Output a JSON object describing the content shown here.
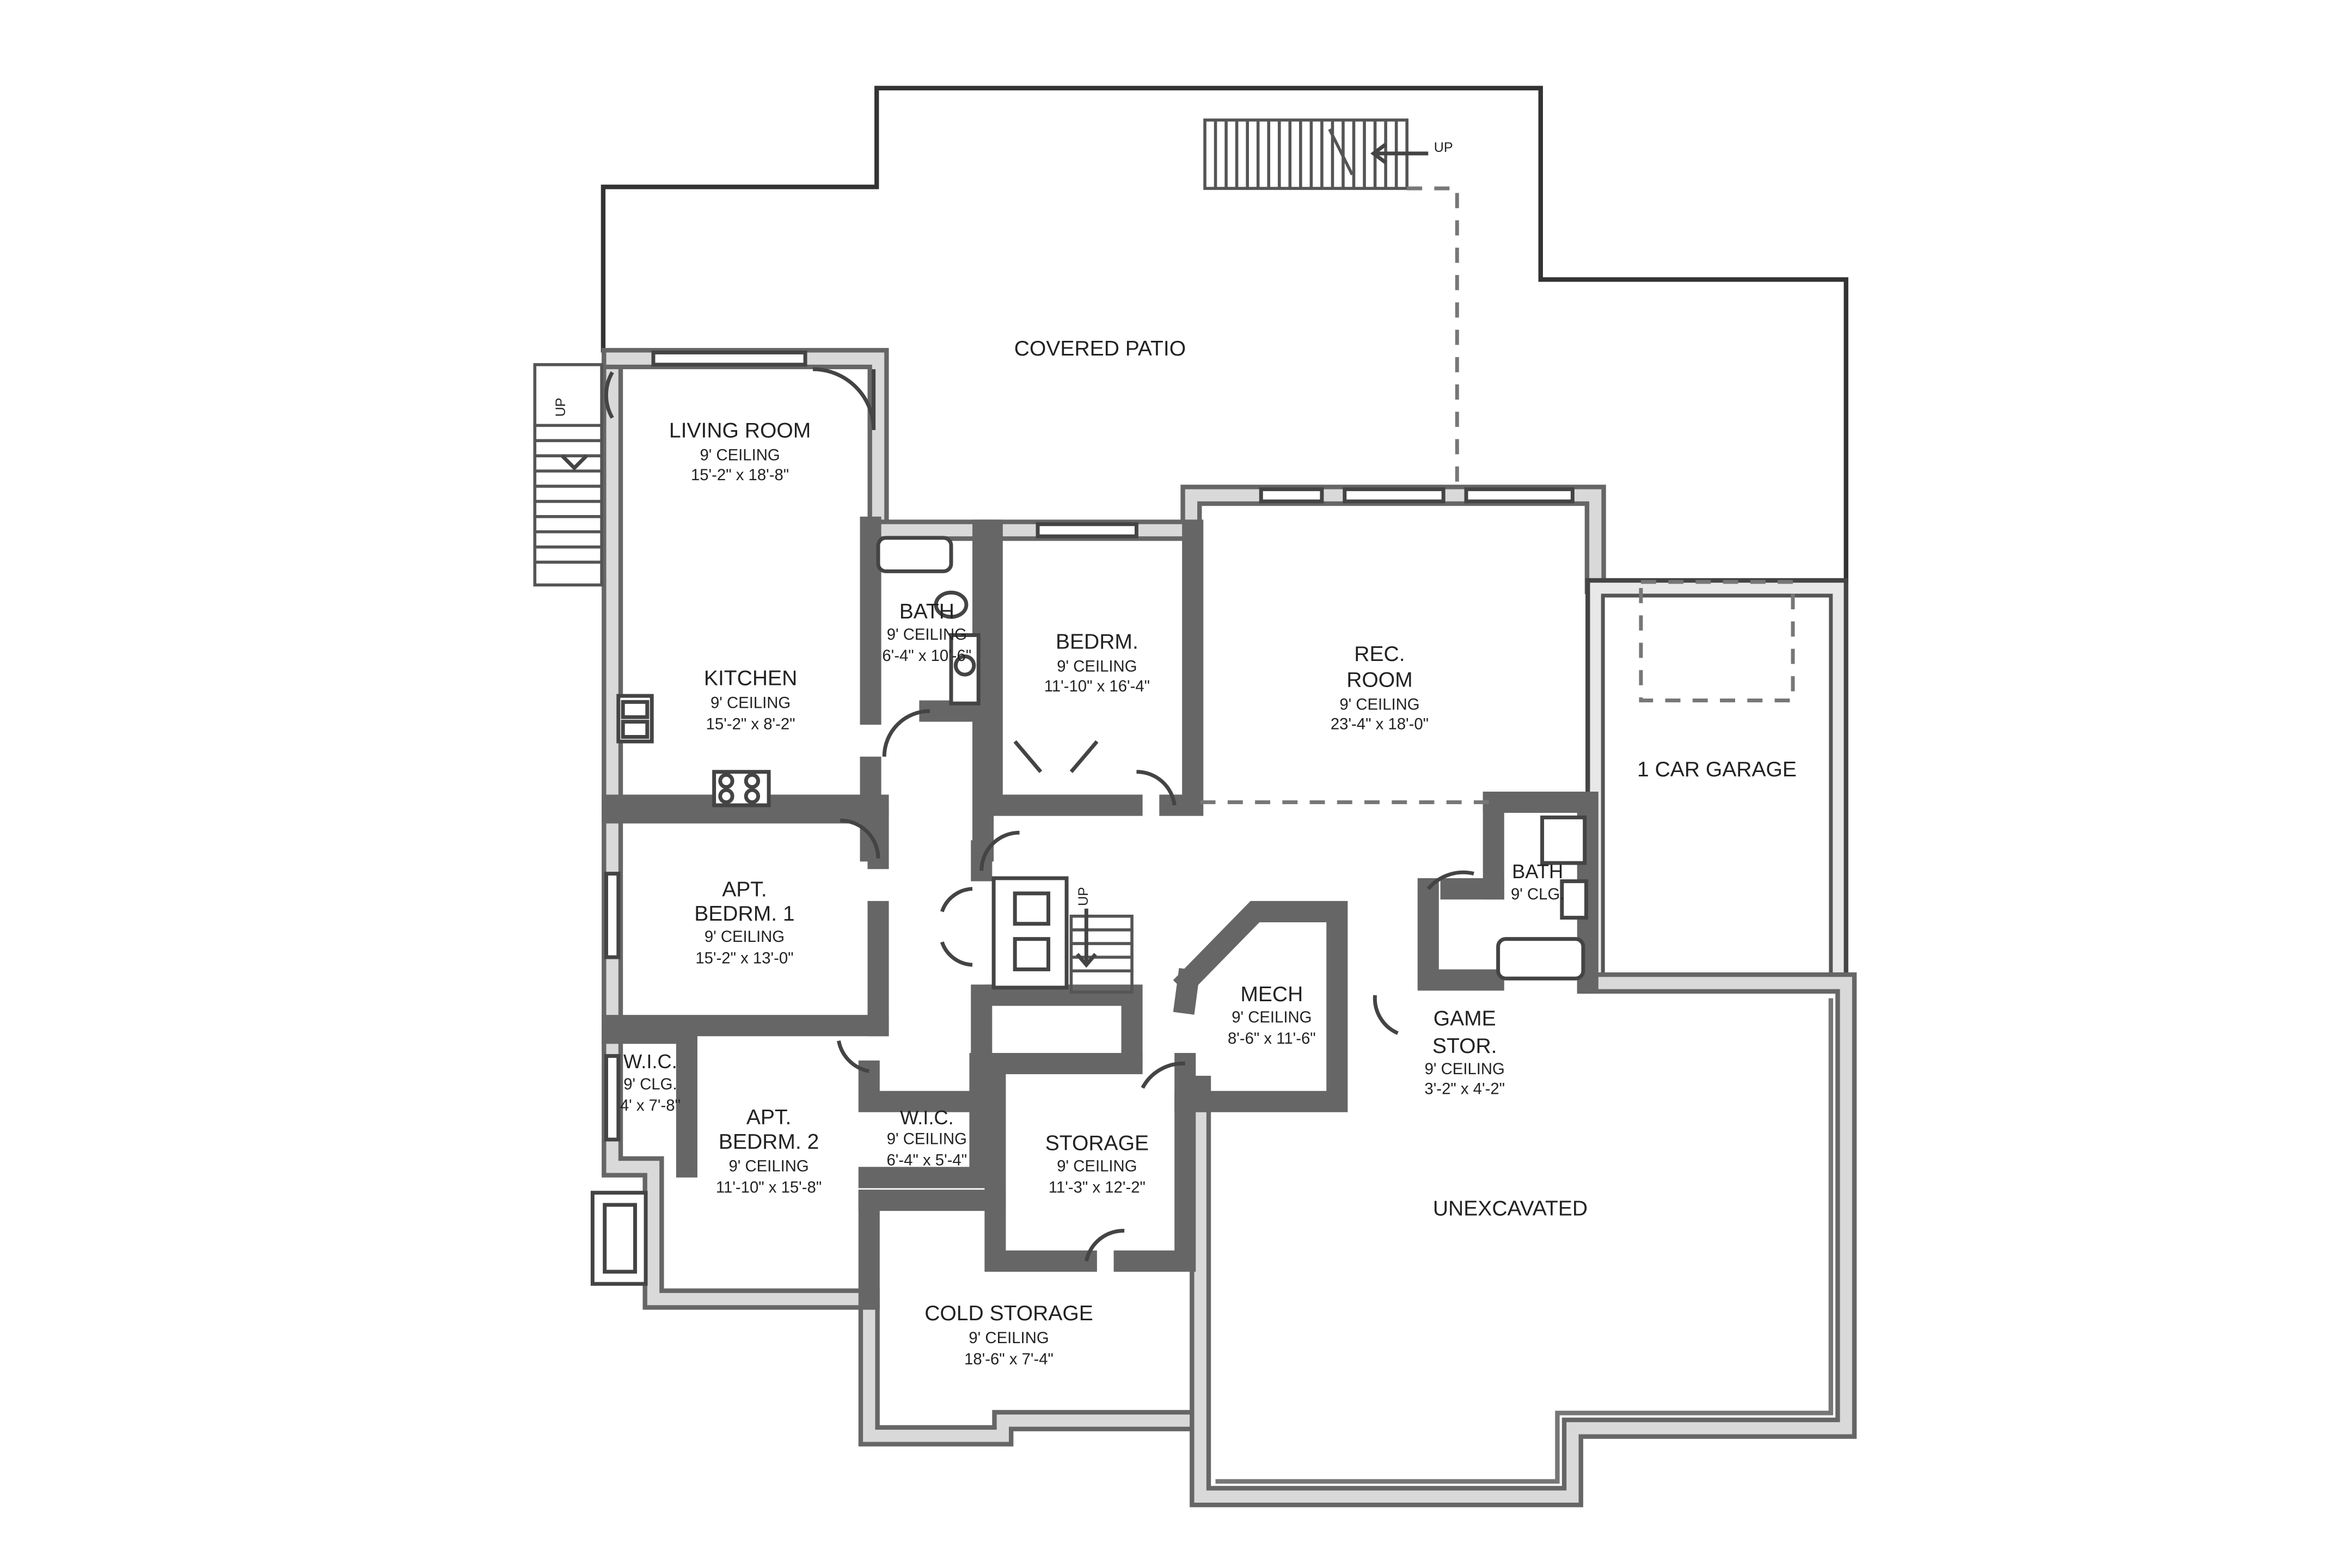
{
  "rooms": {
    "covered_patio": {
      "name": "COVERED PATIO"
    },
    "living_room": {
      "name": "LIVING ROOM",
      "ceiling": "9' CEILING",
      "size": "15'-2\" x 18'-8\""
    },
    "kitchen": {
      "name": "KITCHEN",
      "ceiling": "9' CEILING",
      "size": "15'-2\" x 8'-2\""
    },
    "bath_upper": {
      "name": "BATH",
      "ceiling": "9' CEILING",
      "size": "6'-4\" x 10'-6\""
    },
    "bedroom": {
      "name": "BEDRM.",
      "ceiling": "9' CEILING",
      "size": "11'-10\" x 16'-4\""
    },
    "rec_room": {
      "name_line1": "REC.",
      "name_line2": "ROOM",
      "ceiling": "9' CEILING",
      "size": "23'-4\" x 18'-0\""
    },
    "garage": {
      "name": "1 CAR GARAGE"
    },
    "apt_bedrm_1": {
      "name_line1": "APT.",
      "name_line2": "BEDRM. 1",
      "ceiling": "9' CEILING",
      "size": "15'-2\" x 13'-0\""
    },
    "bath_right": {
      "name": "BATH",
      "ceiling": "9' CLG."
    },
    "mech": {
      "name": "MECH",
      "ceiling": "9' CEILING",
      "size": "8'-6\" x 11'-6\""
    },
    "game_stor": {
      "name_line1": "GAME",
      "name_line2": "STOR.",
      "ceiling": "9' CEILING",
      "size": "3'-2\" x 4'-2\""
    },
    "wic_left": {
      "name": "W.I.C.",
      "ceiling": "9' CLG.",
      "size": "4' x 7'-8\""
    },
    "apt_bedrm_2": {
      "name_line1": "APT.",
      "name_line2": "BEDRM. 2",
      "ceiling": "9' CEILING",
      "size": "11'-10\" x 15'-8\""
    },
    "wic_mid": {
      "name": "W.I.C.",
      "ceiling": "9' CEILING",
      "size": "6'-4\" x 5'-4\""
    },
    "storage": {
      "name": "STORAGE",
      "ceiling": "9' CEILING",
      "size": "11'-3\" x 12'-2\""
    },
    "unexcavated": {
      "name": "UNEXCAVATED"
    },
    "cold_storage": {
      "name": "COLD STORAGE",
      "ceiling": "9' CEILING",
      "size": "18'-6\" x 7'-4\""
    }
  },
  "stairs": {
    "patio_stair_label": "UP",
    "side_stair_label": "UP",
    "interior_stair_label": "UP"
  },
  "colors": {
    "line": "#333333",
    "wall_fill": "#e2e2e2",
    "text": "#222222"
  }
}
